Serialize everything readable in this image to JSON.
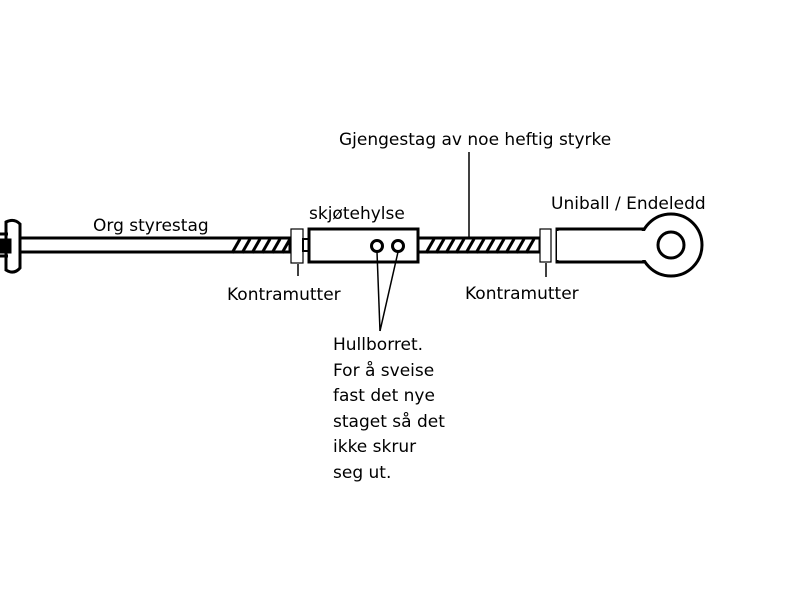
{
  "labels": {
    "threaded_rod": "Gjengestag av noe heftig styrke",
    "rod_end": "Uniball / Endeledd",
    "coupling": "skjøtehylse",
    "original_tie_rod": "Org styrestag",
    "locknut_left": "Kontramutter",
    "locknut_right": "Kontramutter"
  },
  "drilled_note": {
    "lines": [
      "Hullborret.",
      "For å sveise",
      "fast det nye",
      "staget så det",
      "ikke skrur",
      "seg ut."
    ]
  }
}
